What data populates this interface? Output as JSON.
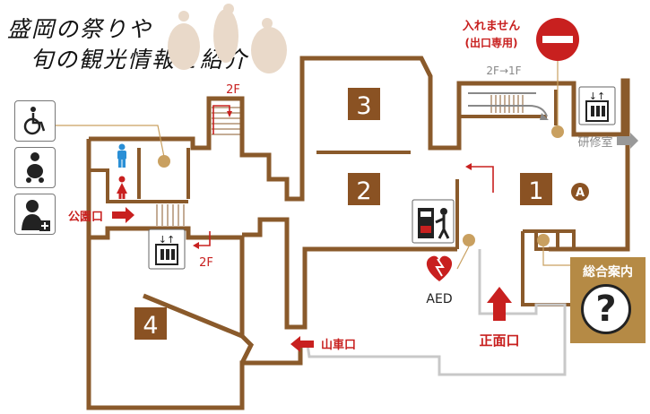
{
  "title": {
    "line1": "盛岡の祭りや",
    "line2": "旬の観光情報を紹介"
  },
  "no_entry": {
    "line1": "入れません",
    "line2": "(出口専用)"
  },
  "floor_labels": {
    "stairs_up": "2F",
    "stairs_down": "2F",
    "escalator": "2F→1F"
  },
  "rooms": [
    "1",
    "2",
    "3",
    "4"
  ],
  "marker_a": "A",
  "entrances": {
    "park": "公園口",
    "yama": "山車口",
    "main": "正面口"
  },
  "kenshu": "研修室",
  "aed": "AED",
  "info": {
    "label": "総合案内",
    "symbol": "?"
  },
  "colors": {
    "wall": "#8a5a2b",
    "room_box": "#8a5223",
    "red": "#c8201f",
    "info_bg": "#b58a45",
    "dot": "#c9a060",
    "grey": "#999999"
  }
}
